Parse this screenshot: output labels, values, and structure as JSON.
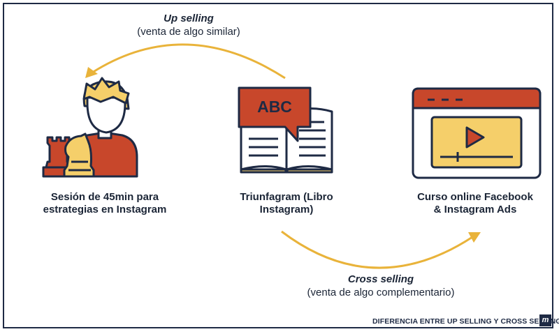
{
  "diagram": {
    "up_selling": {
      "title": "Up selling",
      "subtitle": "(venta de algo similar)"
    },
    "cross_selling": {
      "title": "Cross selling",
      "subtitle": "(venta de algo complementario)"
    },
    "nodes": [
      {
        "label_line1": "Sesión de 45min para",
        "label_line2": "estrategias en Instagram",
        "icon": "person-chess-icon"
      },
      {
        "label_line1": "Triunfagram (Libro",
        "label_line2": "Instagram)",
        "icon": "book-icon",
        "icon_text": "ABC"
      },
      {
        "label_line1": "Curso online Facebook",
        "label_line2": "& Instagram Ads",
        "icon": "video-course-icon"
      }
    ]
  },
  "footer": {
    "caption": "DIFERENCIA ENTRE UP SELLING Y CROSS SELLING",
    "brand_letter": "m"
  },
  "colors": {
    "arrow": "#e9b33a",
    "navy": "#1e2a44",
    "red": "#c8472b",
    "yellow": "#f5cf6a",
    "skin": "#ffffff"
  }
}
